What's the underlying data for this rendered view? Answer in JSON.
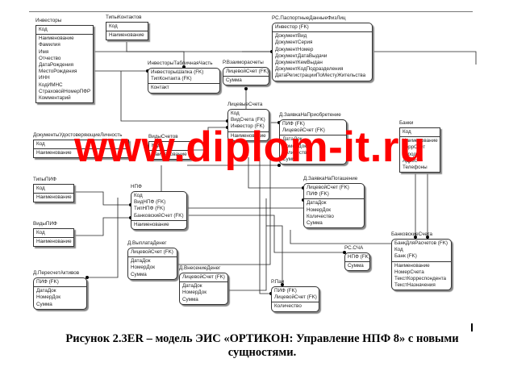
{
  "entities": [
    {
      "name": "Инвесторы",
      "keys": [
        "Код"
      ],
      "attrs": [
        "Наименование",
        "Фамилия",
        "Имя",
        "Отчество",
        "ДатаРождения",
        "МестоРождения",
        "ИНН",
        "КодИМНС",
        "СтраховойНомерПФР",
        "Комментарий"
      ],
      "rounded": false
    },
    {
      "name": "ТипыКонтактов",
      "keys": [
        "Код"
      ],
      "attrs": [
        "Наименование"
      ],
      "rounded": false
    },
    {
      "name": "ИнвесторыТабличнаяЧасть",
      "keys": [
        "ИнвесторыШапка (FK)",
        "ТипКонтакта (FK)"
      ],
      "attrs": [
        "Контакт"
      ],
      "rounded": true
    },
    {
      "name": "Р.Взаиморасчеты",
      "keys": [
        "ЛицевойСчет (FK)"
      ],
      "attrs": [
        "Сумма"
      ],
      "rounded": true
    },
    {
      "name": "РС.ПаспортныеДанныеФизЛиц",
      "keys": [
        "Инвестор (FK)"
      ],
      "attrs": [
        "ДокументВид",
        "ДокументСерия",
        "ДокументНомер",
        "ДокументДатаВыдачи",
        "ДокументКемВыдан",
        "ДокументКодПодразделения",
        "ДатаРегистрацииПоМестуЖительства"
      ],
      "rounded": true
    },
    {
      "name": "ЛицевыеСчета",
      "keys": [
        "Код",
        "ВидСчета (FK)",
        "Инвестор (FK)"
      ],
      "attrs": [
        "Наименование"
      ],
      "rounded": true
    },
    {
      "name": "Д.ЗаявкаНаПриобретение",
      "keys": [
        "ПИФ (FK)",
        "ЛицевойСчет (FK)"
      ],
      "attrs": [
        "ДатаДок",
        "НомерДок",
        "Количество",
        "Сумма"
      ],
      "rounded": true
    },
    {
      "name": "ДокументыУдостоверяющиеЛичность",
      "keys": [
        "Код"
      ],
      "attrs": [
        "Наименование"
      ],
      "rounded": false
    },
    {
      "name": "ВидыСчетов",
      "keys": [
        "Код"
      ],
      "attrs": [
        "Наименование"
      ],
      "rounded": false
    },
    {
      "name": "Банки",
      "keys": [
        "Код"
      ],
      "attrs": [
        "Наименование",
        "КоррСчет",
        "Город",
        "Адрес",
        "Телефоны"
      ],
      "rounded": false
    },
    {
      "name": "ТипыПИФ",
      "keys": [
        "Код"
      ],
      "attrs": [
        "Наименование"
      ],
      "rounded": false
    },
    {
      "name": "НПФ",
      "keys": [
        "Код",
        "ВидНПФ (FK)",
        "ТипНПФ (FK)",
        "БанковскийСчет (FK)"
      ],
      "attrs": [
        "Наименование"
      ],
      "rounded": true
    },
    {
      "name": "Д.ЗаявкаНаПогашение",
      "keys": [
        "ЛицевойСчет (FK)",
        "ПИФ (FK)"
      ],
      "attrs": [
        "ДатаДок",
        "НомерДок",
        "Количество",
        "Сумма"
      ],
      "rounded": true
    },
    {
      "name": "ВидыПИФ",
      "keys": [
        "Код"
      ],
      "attrs": [
        "Наименование"
      ],
      "rounded": false
    },
    {
      "name": "Д.ВыплатаДенег",
      "keys": [
        "ЛицевойСчет (FK)"
      ],
      "attrs": [
        "ДатаДок",
        "НомерДок",
        "Сумма"
      ],
      "rounded": true
    },
    {
      "name": "Д.ПересчетАктивов",
      "keys": [
        "ПИФ (FK)"
      ],
      "attrs": [
        "ДатаДок",
        "НомерДок",
        "Сумма"
      ],
      "rounded": true
    },
    {
      "name": "Д.ВнесениеДенег",
      "keys": [
        "ЛицевойСчет (FK)"
      ],
      "attrs": [
        "ДатаДок",
        "НомерДок",
        "Сумма"
      ],
      "rounded": true
    },
    {
      "name": "РС.СЧА",
      "keys": [
        "НПФ (FK)"
      ],
      "attrs": [
        "Сумма"
      ],
      "rounded": true
    },
    {
      "name": "Р.Паи",
      "keys": [
        "ПИФ (FK)",
        "ЛицевойСчет (FK)"
      ],
      "attrs": [
        "Количество"
      ],
      "rounded": true
    },
    {
      "name": "БанковскиеСчета",
      "keys": [
        "БанкДляРасчетов (FK)",
        "Код",
        "Банк (FK)"
      ],
      "attrs": [
        "Наименование",
        "НомерСчета",
        "ТекстКорреспондента",
        "ТекстНазначения"
      ],
      "rounded": true
    }
  ],
  "watermark": "www.diplom-it.ru",
  "caption": "Рисунок 2.3ER – модель ЭИС «ОРТИКОН: Управление НПФ 8» с новыми сущностями.",
  "colors": {
    "watermark": "#ff0000",
    "lines": "#222222"
  }
}
